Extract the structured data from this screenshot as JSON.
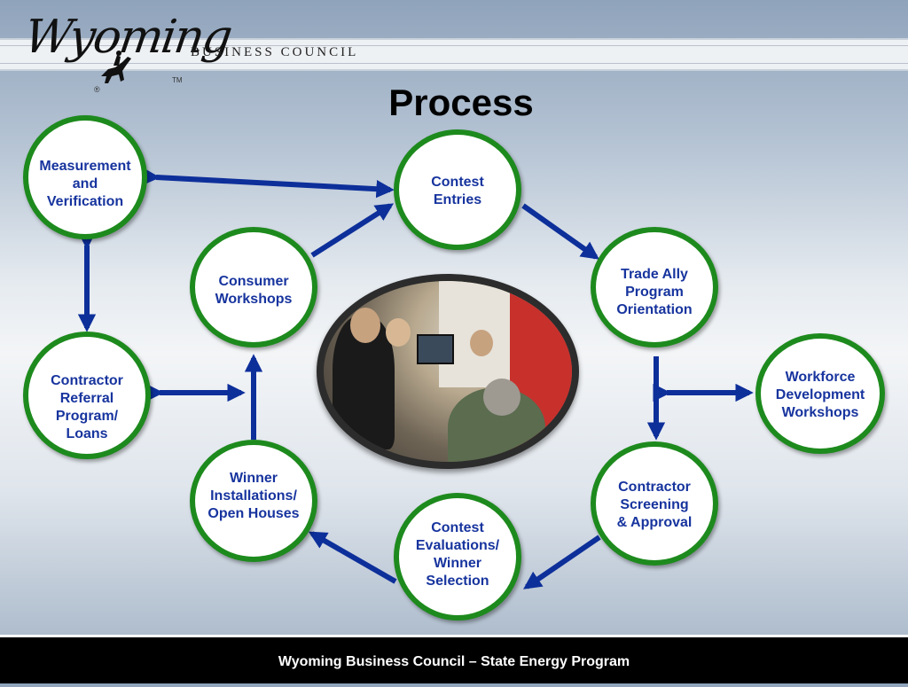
{
  "header": {
    "logo_text": "Wyoming",
    "logo_subtitle": "BUSINESS COUNCIL",
    "trademark": "TM",
    "registered": "®"
  },
  "title": "Process",
  "nodes": {
    "measurement": [
      "Measurement",
      "and",
      "Verification"
    ],
    "contest_entries": [
      "Contest",
      "Entries"
    ],
    "consumer_workshops": [
      "Consumer",
      "Workshops"
    ],
    "trade_ally": [
      "Trade Ally",
      "Program",
      "Orientation"
    ],
    "workforce": [
      "Workforce",
      "Development",
      "Workshops"
    ],
    "contractor_referral": [
      "Contractor",
      "Referral",
      "Program/",
      "Loans"
    ],
    "winner_installations": [
      "Winner",
      "Installations/",
      "Open Houses"
    ],
    "contractor_screening": [
      "Contractor",
      "Screening",
      "& Approval"
    ],
    "contest_evaluations": [
      "Contest",
      "Evaluations/",
      "Winner",
      "Selection"
    ]
  },
  "colors": {
    "node_border": "#1d8a1d",
    "node_text": "#17349e",
    "arrow": "#0d2f9a"
  },
  "footer": "Wyoming Business Council – State Energy Program"
}
